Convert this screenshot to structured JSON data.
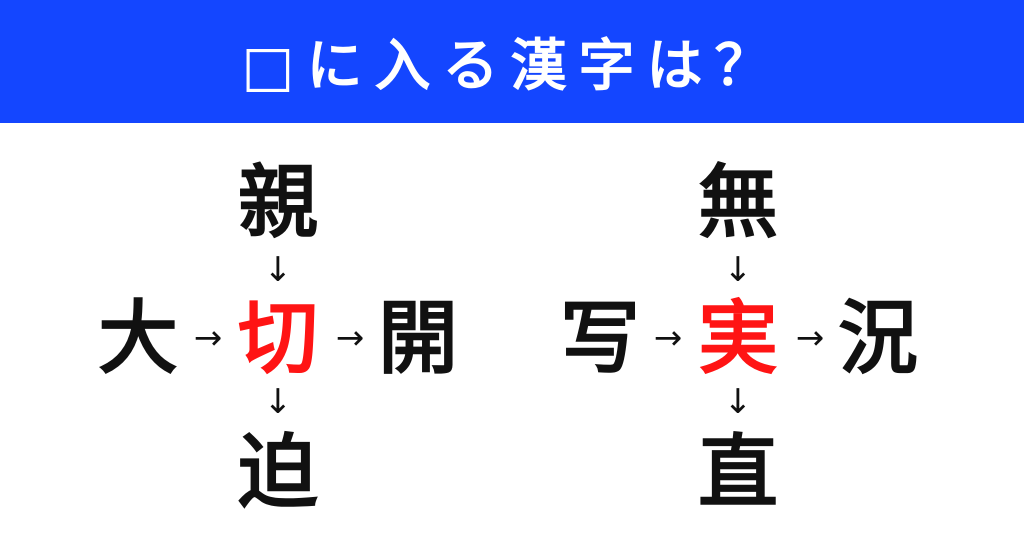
{
  "header": {
    "title": "□に入る漢字は？",
    "background_color": "#1446ff",
    "text_color": "#ffffff"
  },
  "puzzles": [
    {
      "top": "親",
      "left": "大",
      "center": "切",
      "right": "開",
      "bottom": "迫",
      "arrows": {
        "top_to_center": "↓",
        "left_to_center": "→",
        "center_to_right": "→",
        "center_to_bottom": "↓"
      }
    },
    {
      "top": "無",
      "left": "写",
      "center": "実",
      "right": "況",
      "bottom": "直",
      "arrows": {
        "top_to_center": "↓",
        "left_to_center": "→",
        "center_to_right": "→",
        "center_to_bottom": "↓"
      }
    }
  ],
  "colors": {
    "answer": "#ff1414",
    "text": "#111111",
    "background": "#ffffff"
  }
}
